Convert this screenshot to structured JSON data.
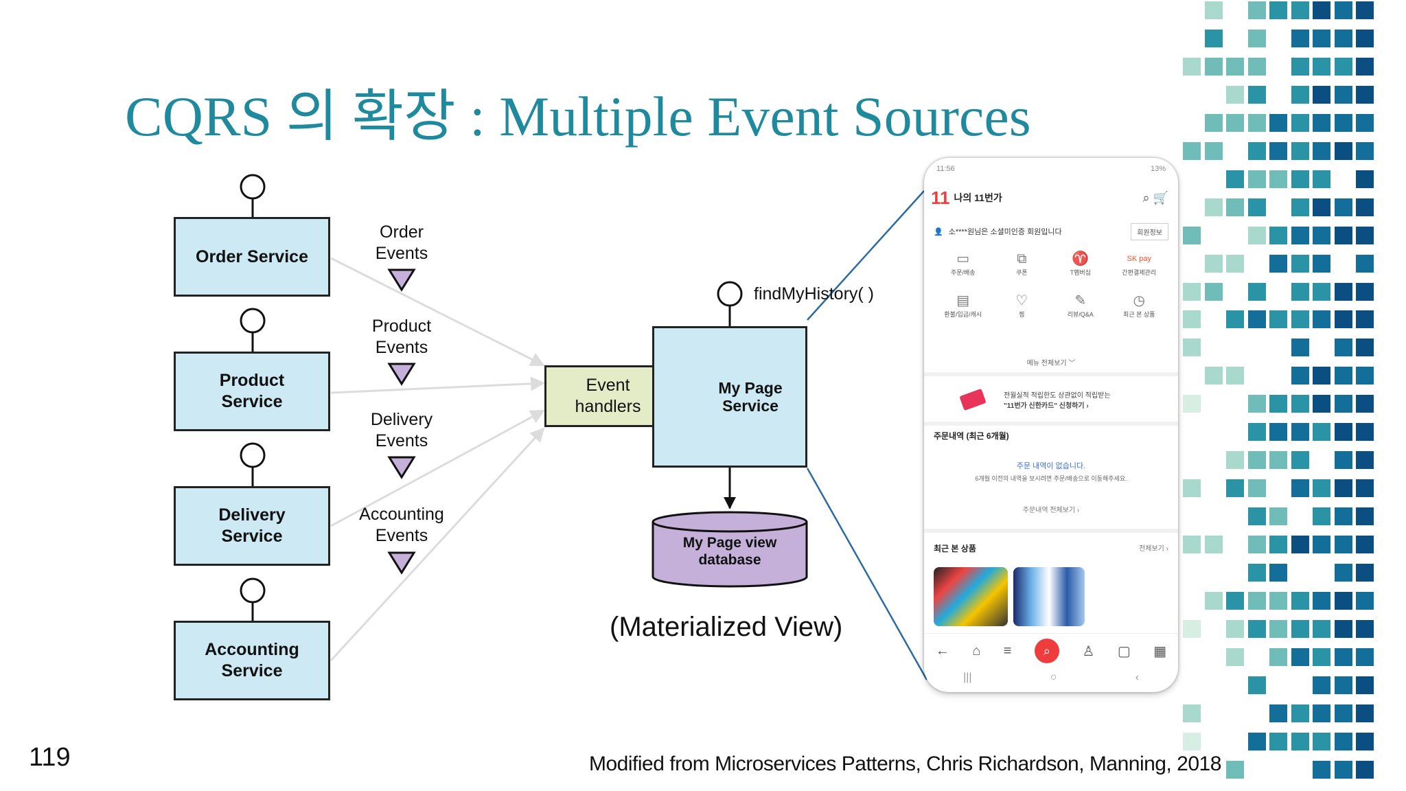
{
  "slide": {
    "title": "CQRS 의 확장 :  Multiple Event Sources",
    "page_number": "119",
    "credit": "Modified from Microservices Patterns, Chris Richardson, Manning, 2018"
  },
  "diagram": {
    "services": [
      "Order Service",
      "Product Service",
      "Delivery Service",
      "Accounting Service"
    ],
    "events": [
      "Order Events",
      "Product Events",
      "Delivery Events",
      "Accounting Events"
    ],
    "event_handlers": "Event handlers",
    "my_page_service": "My Page Service",
    "endpoint": "findMyHistory( )",
    "database": "My Page view  database",
    "caption": "(Materialized View)"
  },
  "phone": {
    "status_time": "11:56",
    "status_battery": "13%",
    "logo": "11",
    "header_title": "나의 11번가",
    "user_text": "소****원님은 소셜미인증 회원입니다",
    "user_button": "회원정보",
    "menu_items": [
      "주문/배송",
      "쿠폰",
      "T멤버십",
      "간편결제관리",
      "환불/입금/캐시",
      "찜",
      "리뷰/Q&A",
      "최근 본 상품"
    ],
    "menu_all": "메뉴 전체보기 ﹀",
    "banner_line1": "전월실적 적립한도 상관없이 적립받는",
    "banner_line2": "\"11번가 신한카드\" 신청하기 ›",
    "orders_title": "주문내역 (최근 6개월)",
    "orders_empty": "주문 내역이 없습니다.",
    "orders_sub": "6개월 이전의 내역을 보시려면 주문/배송으로 이동해주세요.",
    "orders_more": "주문내역 전체보기 ›",
    "recent_title": "최근 본 상품",
    "recent_all": "전체보기 ›"
  }
}
